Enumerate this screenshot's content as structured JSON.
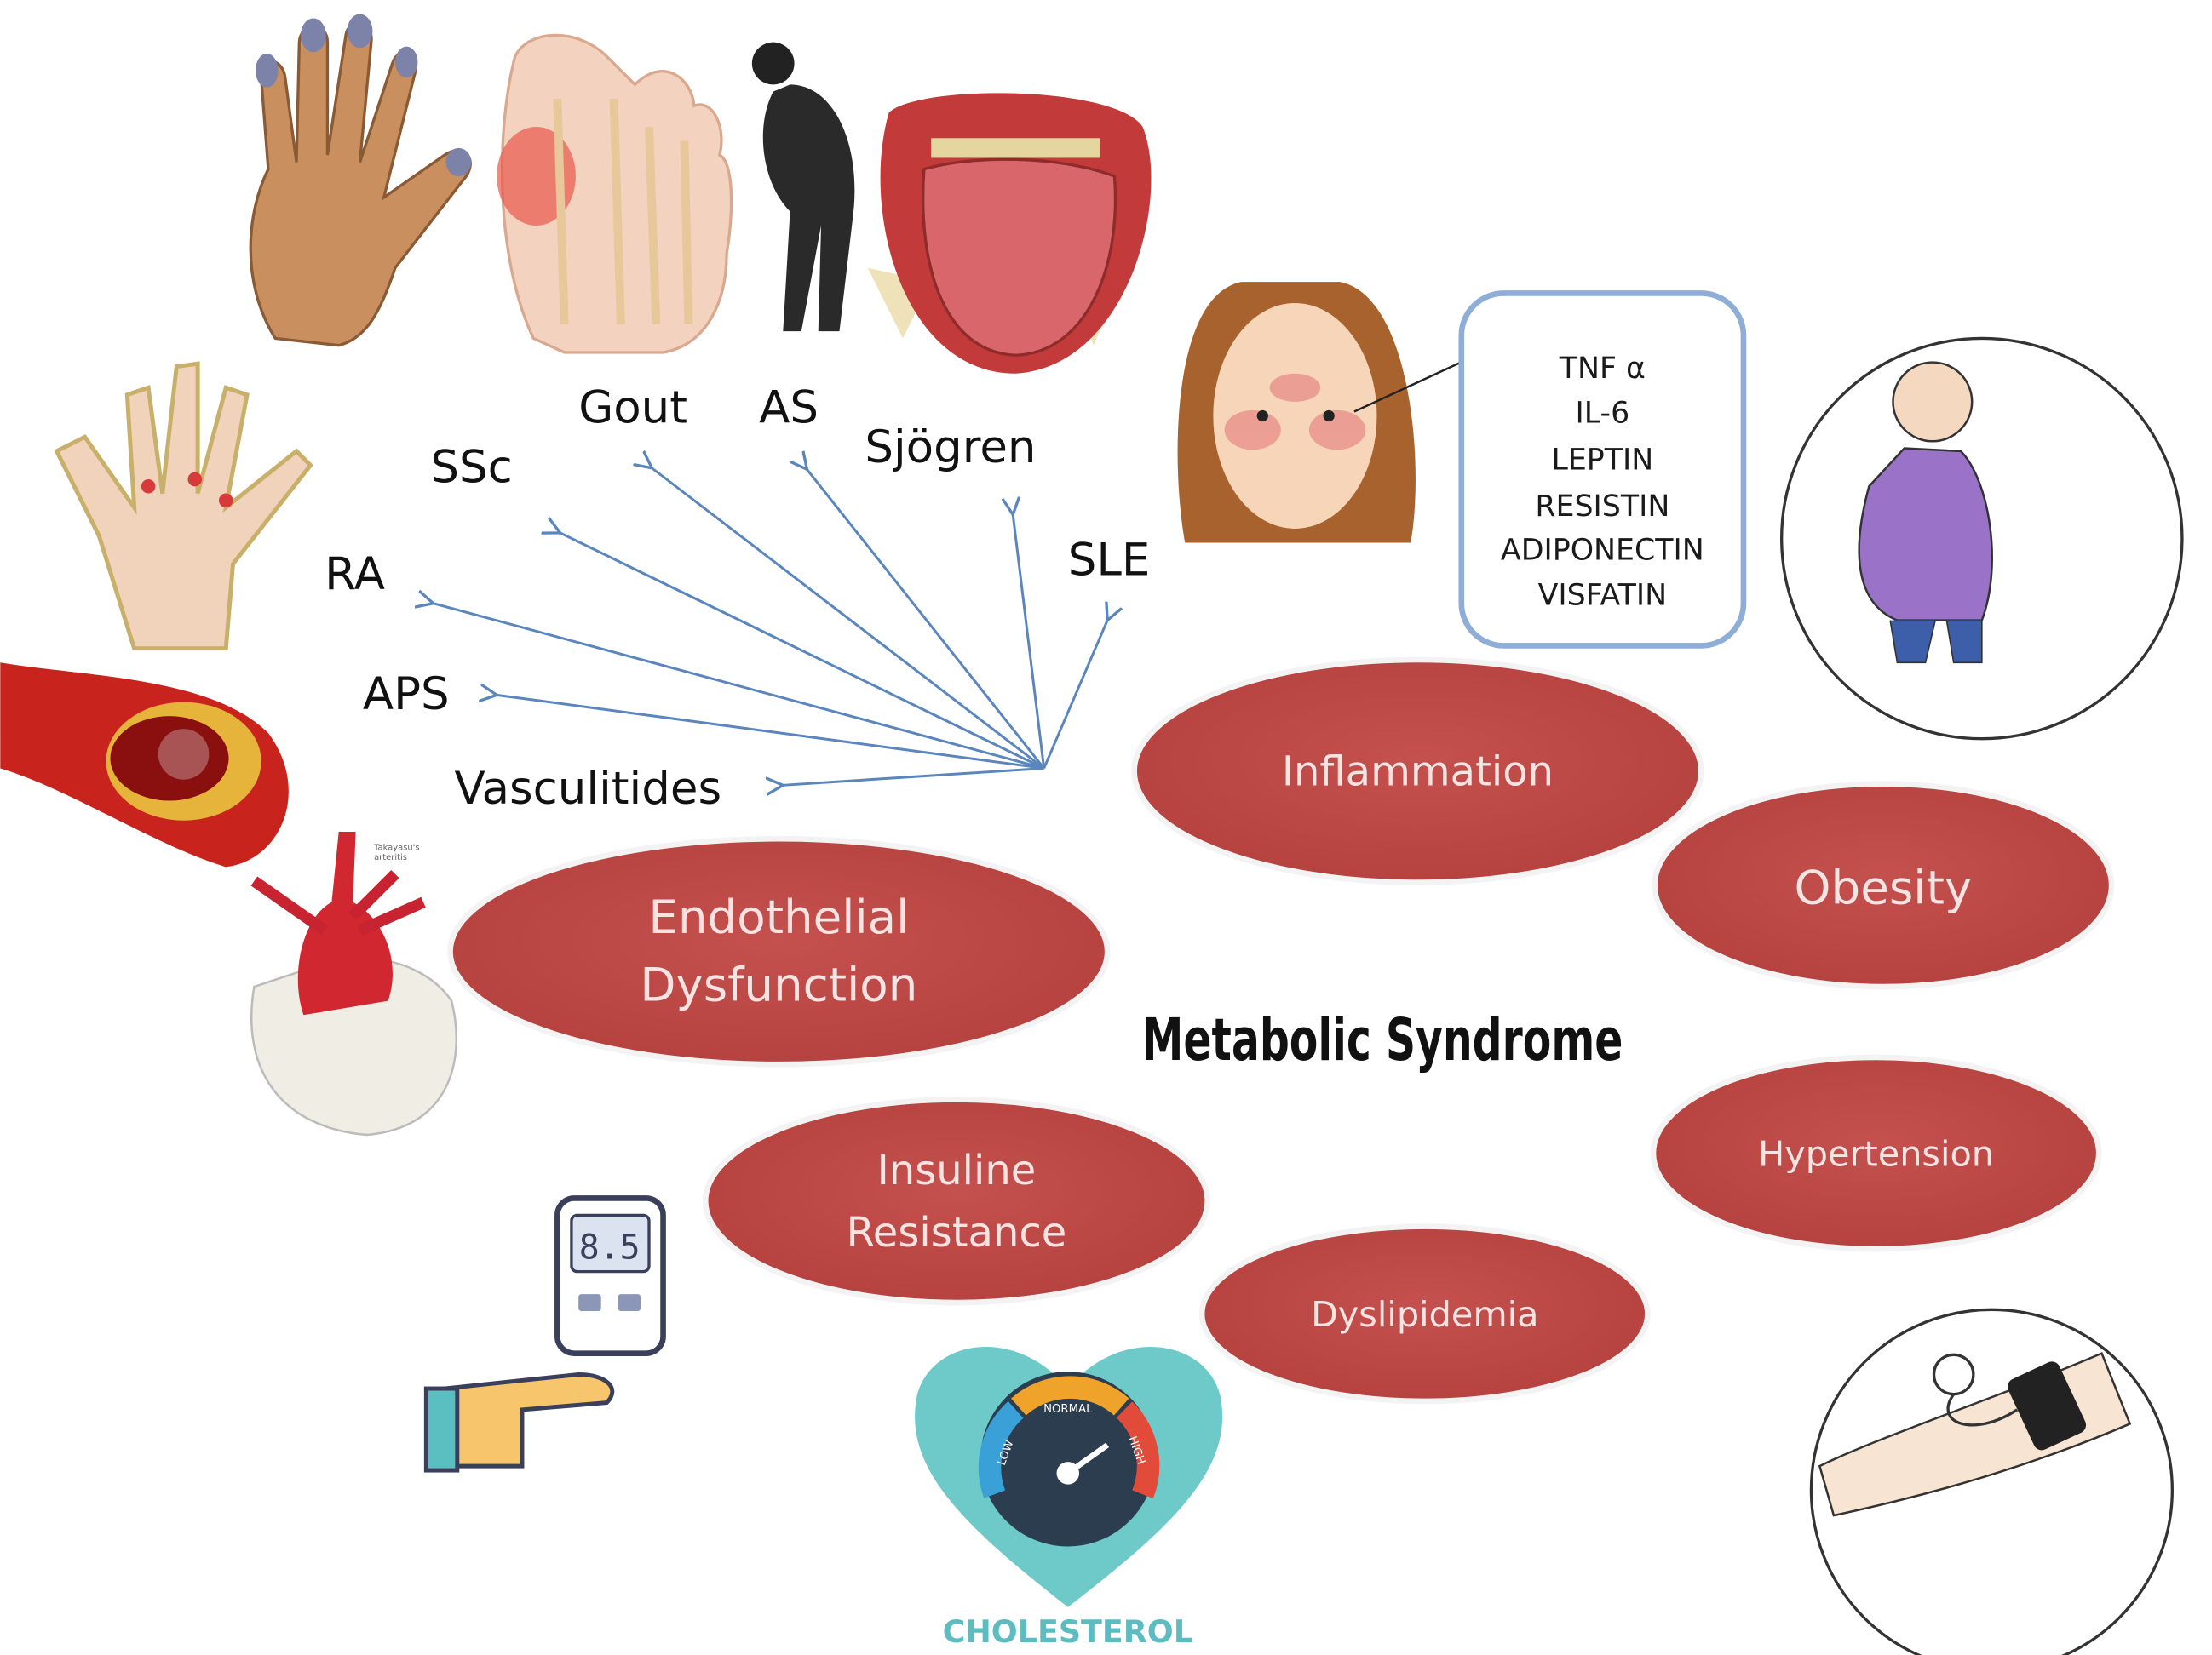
{
  "diseases": [
    "SSc",
    "Gout",
    "AS",
    "Sjögren",
    "RA",
    "SLE",
    "APS",
    "Vasculitides"
  ],
  "mediators": [
    "TNF α",
    "IL-6",
    "LEPTIN",
    "RESISTIN",
    "ADIPONECTIN",
    "VISFATIN"
  ],
  "components": {
    "inflammation": "Inflammation",
    "obesity": "Obesity",
    "endothelial_1": "Endothelial",
    "endothelial_2": "Dysfunction",
    "insuline_1": "Insuline",
    "insuline_2": "Resistance",
    "hypertension": "Hypertension",
    "dyslipidemia": "Dyslipidemia"
  },
  "title": "Metabolic Syndrome",
  "illustrations": {
    "takayasu_label_1": "Takayasu's",
    "takayasu_label_2": "arteritis",
    "glucometer_value": "8.5",
    "cholesterol_label": "CHOLESTEROL",
    "gauge_low": "LOW",
    "gauge_normal": "NORMAL",
    "gauge_high": "HIGH"
  },
  "colors": {
    "ellipse": "#c0504d",
    "arrow": "#5b86bd",
    "box_border": "#8eaed8"
  }
}
